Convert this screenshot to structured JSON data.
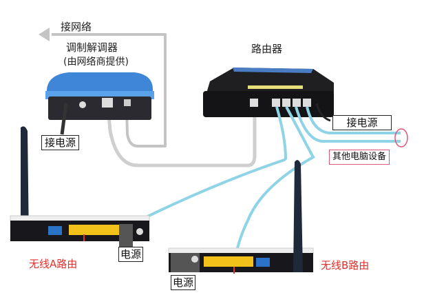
{
  "labels": {
    "internet": "接网络",
    "modem_title": "调制解调器",
    "modem_subtitle": "(由网络商提供)",
    "router_title": "路由器",
    "modem_power": "接电源",
    "router_power": "接电源",
    "other_devices": "其他电脑设备",
    "wireless_a_power": "电源",
    "wireless_b_power": "电源",
    "wireless_a": "无线A路由",
    "wireless_b": "无线B路由"
  },
  "colors": {
    "cable_gray": "#bdbdbd",
    "cable_blue": "#8fd3e6",
    "highlight_pink": "#e0557a",
    "label_red": "#e0322e",
    "modem_blue": "#3f86d8",
    "lan_yellow": "#f2c21b"
  }
}
